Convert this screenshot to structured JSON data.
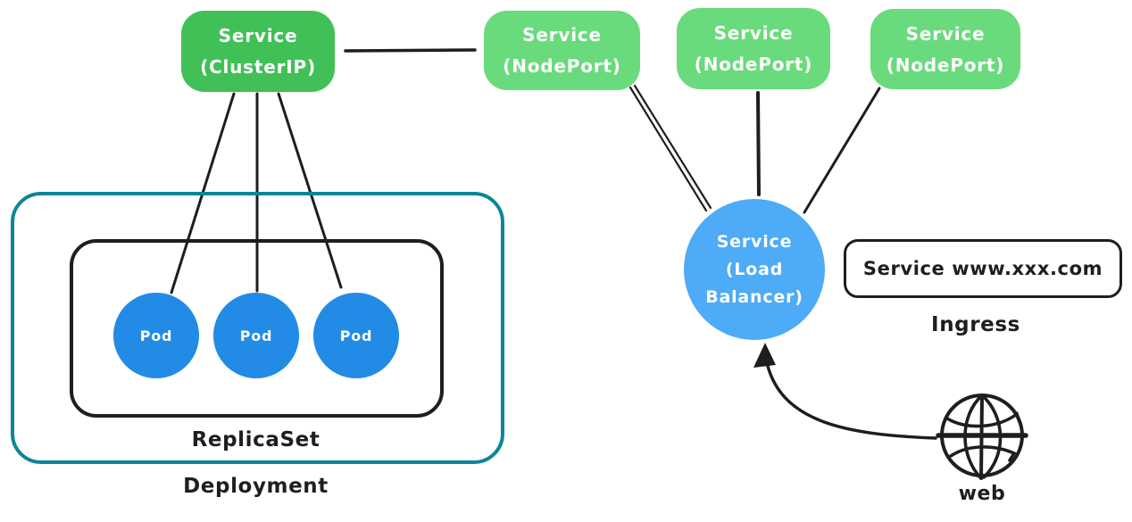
{
  "colors": {
    "cluster_ip_green": "#40c057",
    "node_port_green": "#69db7c",
    "pod_blue": "#228be6",
    "load_balancer_blue": "#4dabf7",
    "deployment_teal": "#0c8599",
    "stroke_black": "#1e1e1e",
    "text_white": "#ffffff"
  },
  "nodes": {
    "service_clusterip": {
      "lines": [
        "Service",
        "(ClusterIP)"
      ]
    },
    "service_nodeports": [
      {
        "lines": [
          "Service",
          "(NodePort)"
        ]
      },
      {
        "lines": [
          "Service",
          "(NodePort)"
        ]
      },
      {
        "lines": [
          "Service",
          "(NodePort)"
        ]
      }
    ],
    "pods": [
      {
        "label": "Pod"
      },
      {
        "label": "Pod"
      },
      {
        "label": "Pod"
      }
    ],
    "load_balancer": {
      "lines": [
        "Service",
        "(Load",
        "Balancer)"
      ]
    },
    "ingress_box": {
      "label": "Service www.xxx.com"
    },
    "captions": {
      "replicaset": "ReplicaSet",
      "deployment": "Deployment",
      "ingress": "Ingress",
      "web": "web"
    }
  }
}
